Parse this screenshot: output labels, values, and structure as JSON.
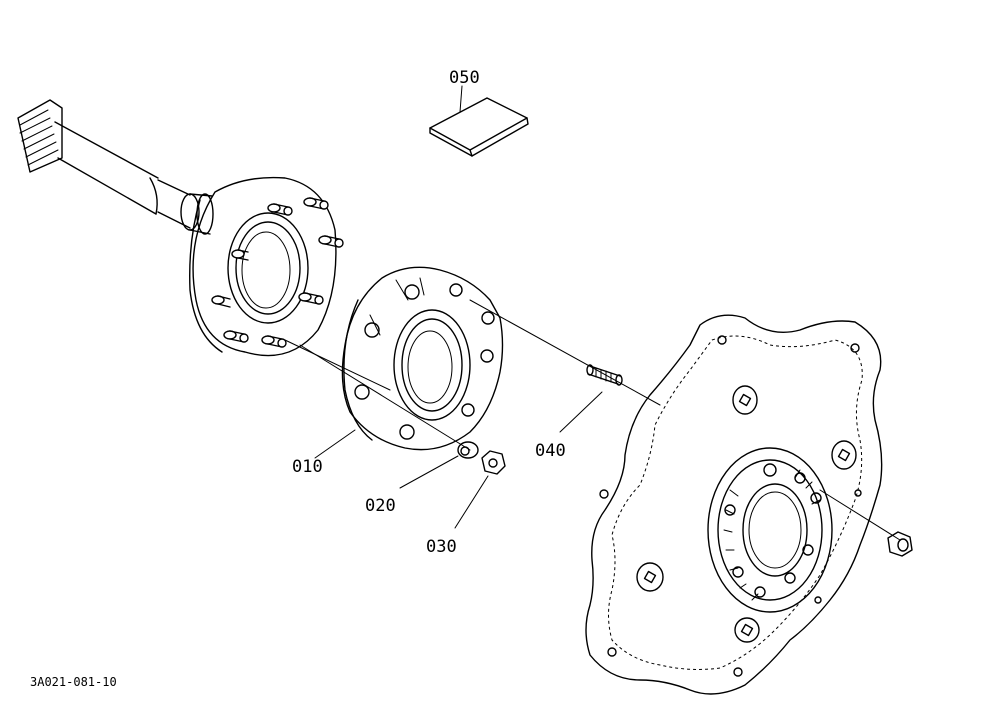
{
  "parts": {
    "p010": "010",
    "p020": "020",
    "p030": "030",
    "p040": "040",
    "p050": "050"
  },
  "figure_code": "3A021-081-10",
  "colors": {
    "ink": "#000000",
    "paper": "#ffffff"
  }
}
